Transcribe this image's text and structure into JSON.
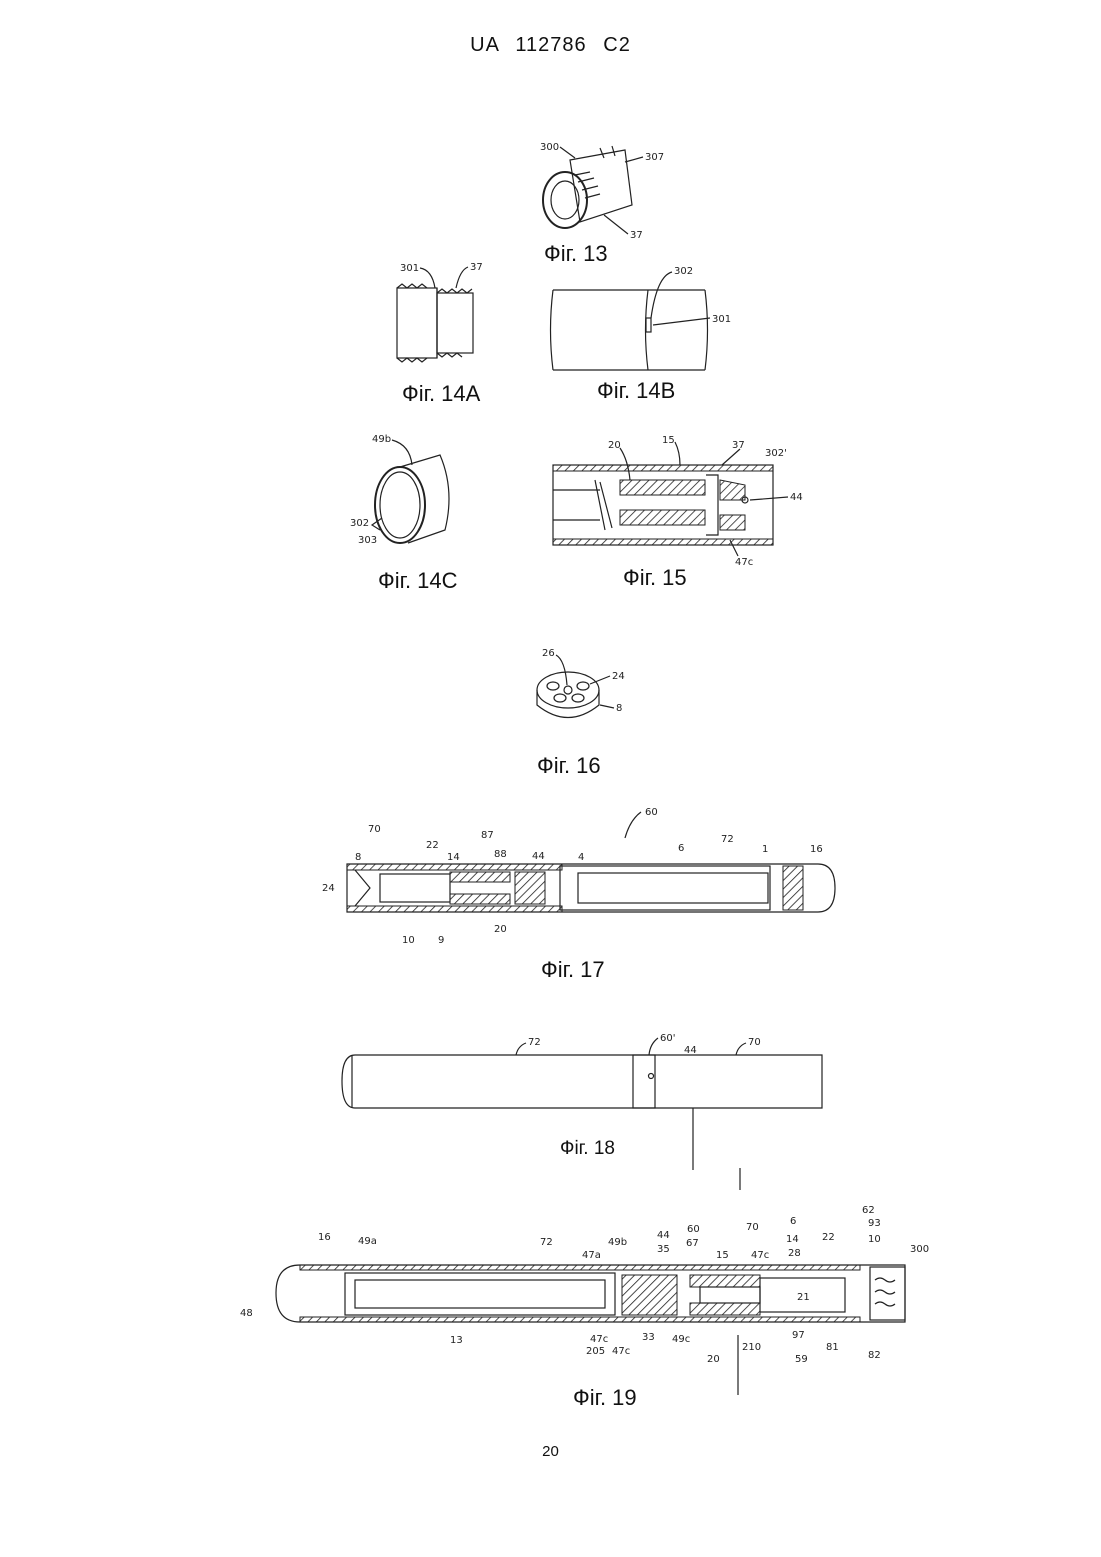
{
  "header": {
    "country": "UA",
    "number": "112786",
    "kind": "C2"
  },
  "captions": {
    "fig13": "Фіг. 13",
    "fig14a": "Фіг. 14A",
    "fig14b": "Фіг. 14B",
    "fig14c": "Фіг. 14C",
    "fig15": "Фіг. 15",
    "fig16": "Фіг. 16",
    "fig17": "Фіг. 17",
    "fig18": "Фіг. 18",
    "fig19": "Фіг. 19"
  },
  "labels": {
    "fig13": [
      "300",
      "307",
      "37"
    ],
    "fig14a": [
      "301",
      "37"
    ],
    "fig14b": [
      "302",
      "301"
    ],
    "fig14c": [
      "49b",
      "302",
      "303"
    ],
    "fig15": [
      "20",
      "15",
      "37",
      "302'",
      "44",
      "47c"
    ],
    "fig16": [
      "26",
      "24",
      "8"
    ],
    "fig17": [
      "60",
      "70",
      "22",
      "14",
      "87",
      "88",
      "44",
      "4",
      "6",
      "72",
      "1",
      "16",
      "8",
      "24",
      "10",
      "9",
      "20"
    ],
    "fig18": [
      "72",
      "60'",
      "44",
      "70"
    ],
    "fig19": [
      "16",
      "49a",
      "72",
      "47a",
      "49b",
      "44",
      "35",
      "60",
      "67",
      "15",
      "70",
      "47c",
      "28",
      "14",
      "6",
      "22",
      "62",
      "93",
      "10",
      "300",
      "48",
      "13",
      "47c",
      "205",
      "47c",
      "33",
      "49c",
      "20",
      "210",
      "21",
      "59",
      "97",
      "81",
      "82"
    ]
  },
  "page_number": "20"
}
